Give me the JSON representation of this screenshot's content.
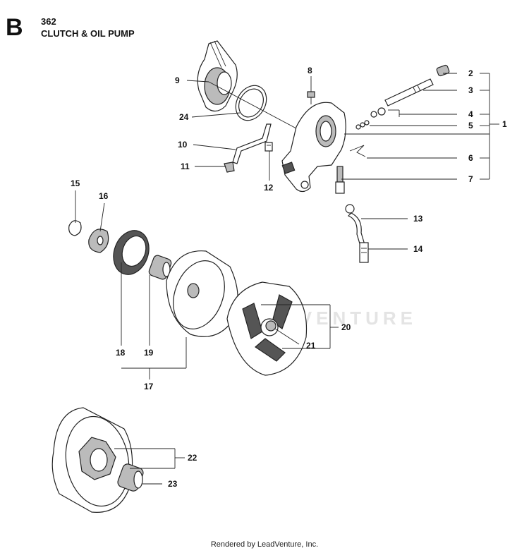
{
  "header": {
    "section_letter": "B",
    "model": "362",
    "title": "CLUTCH & OIL PUMP"
  },
  "callouts": [
    {
      "id": "c1",
      "text": "1"
    },
    {
      "id": "c2",
      "text": "2"
    },
    {
      "id": "c3",
      "text": "3"
    },
    {
      "id": "c4",
      "text": "4"
    },
    {
      "id": "c5",
      "text": "5"
    },
    {
      "id": "c6",
      "text": "6"
    },
    {
      "id": "c7",
      "text": "7"
    },
    {
      "id": "c8",
      "text": "8"
    },
    {
      "id": "c9",
      "text": "9"
    },
    {
      "id": "c10",
      "text": "10"
    },
    {
      "id": "c11",
      "text": "11"
    },
    {
      "id": "c12",
      "text": "12"
    },
    {
      "id": "c13",
      "text": "13"
    },
    {
      "id": "c14",
      "text": "14"
    },
    {
      "id": "c15",
      "text": "15"
    },
    {
      "id": "c16",
      "text": "16"
    },
    {
      "id": "c17",
      "text": "17"
    },
    {
      "id": "c18",
      "text": "18"
    },
    {
      "id": "c19",
      "text": "19"
    },
    {
      "id": "c20",
      "text": "20"
    },
    {
      "id": "c21",
      "text": "21"
    },
    {
      "id": "c22",
      "text": "22"
    },
    {
      "id": "c23",
      "text": "23"
    },
    {
      "id": "c24",
      "text": "24"
    }
  ],
  "watermark": "LEADVENTURE",
  "footer": "Rendered by LeadVenture, Inc."
}
